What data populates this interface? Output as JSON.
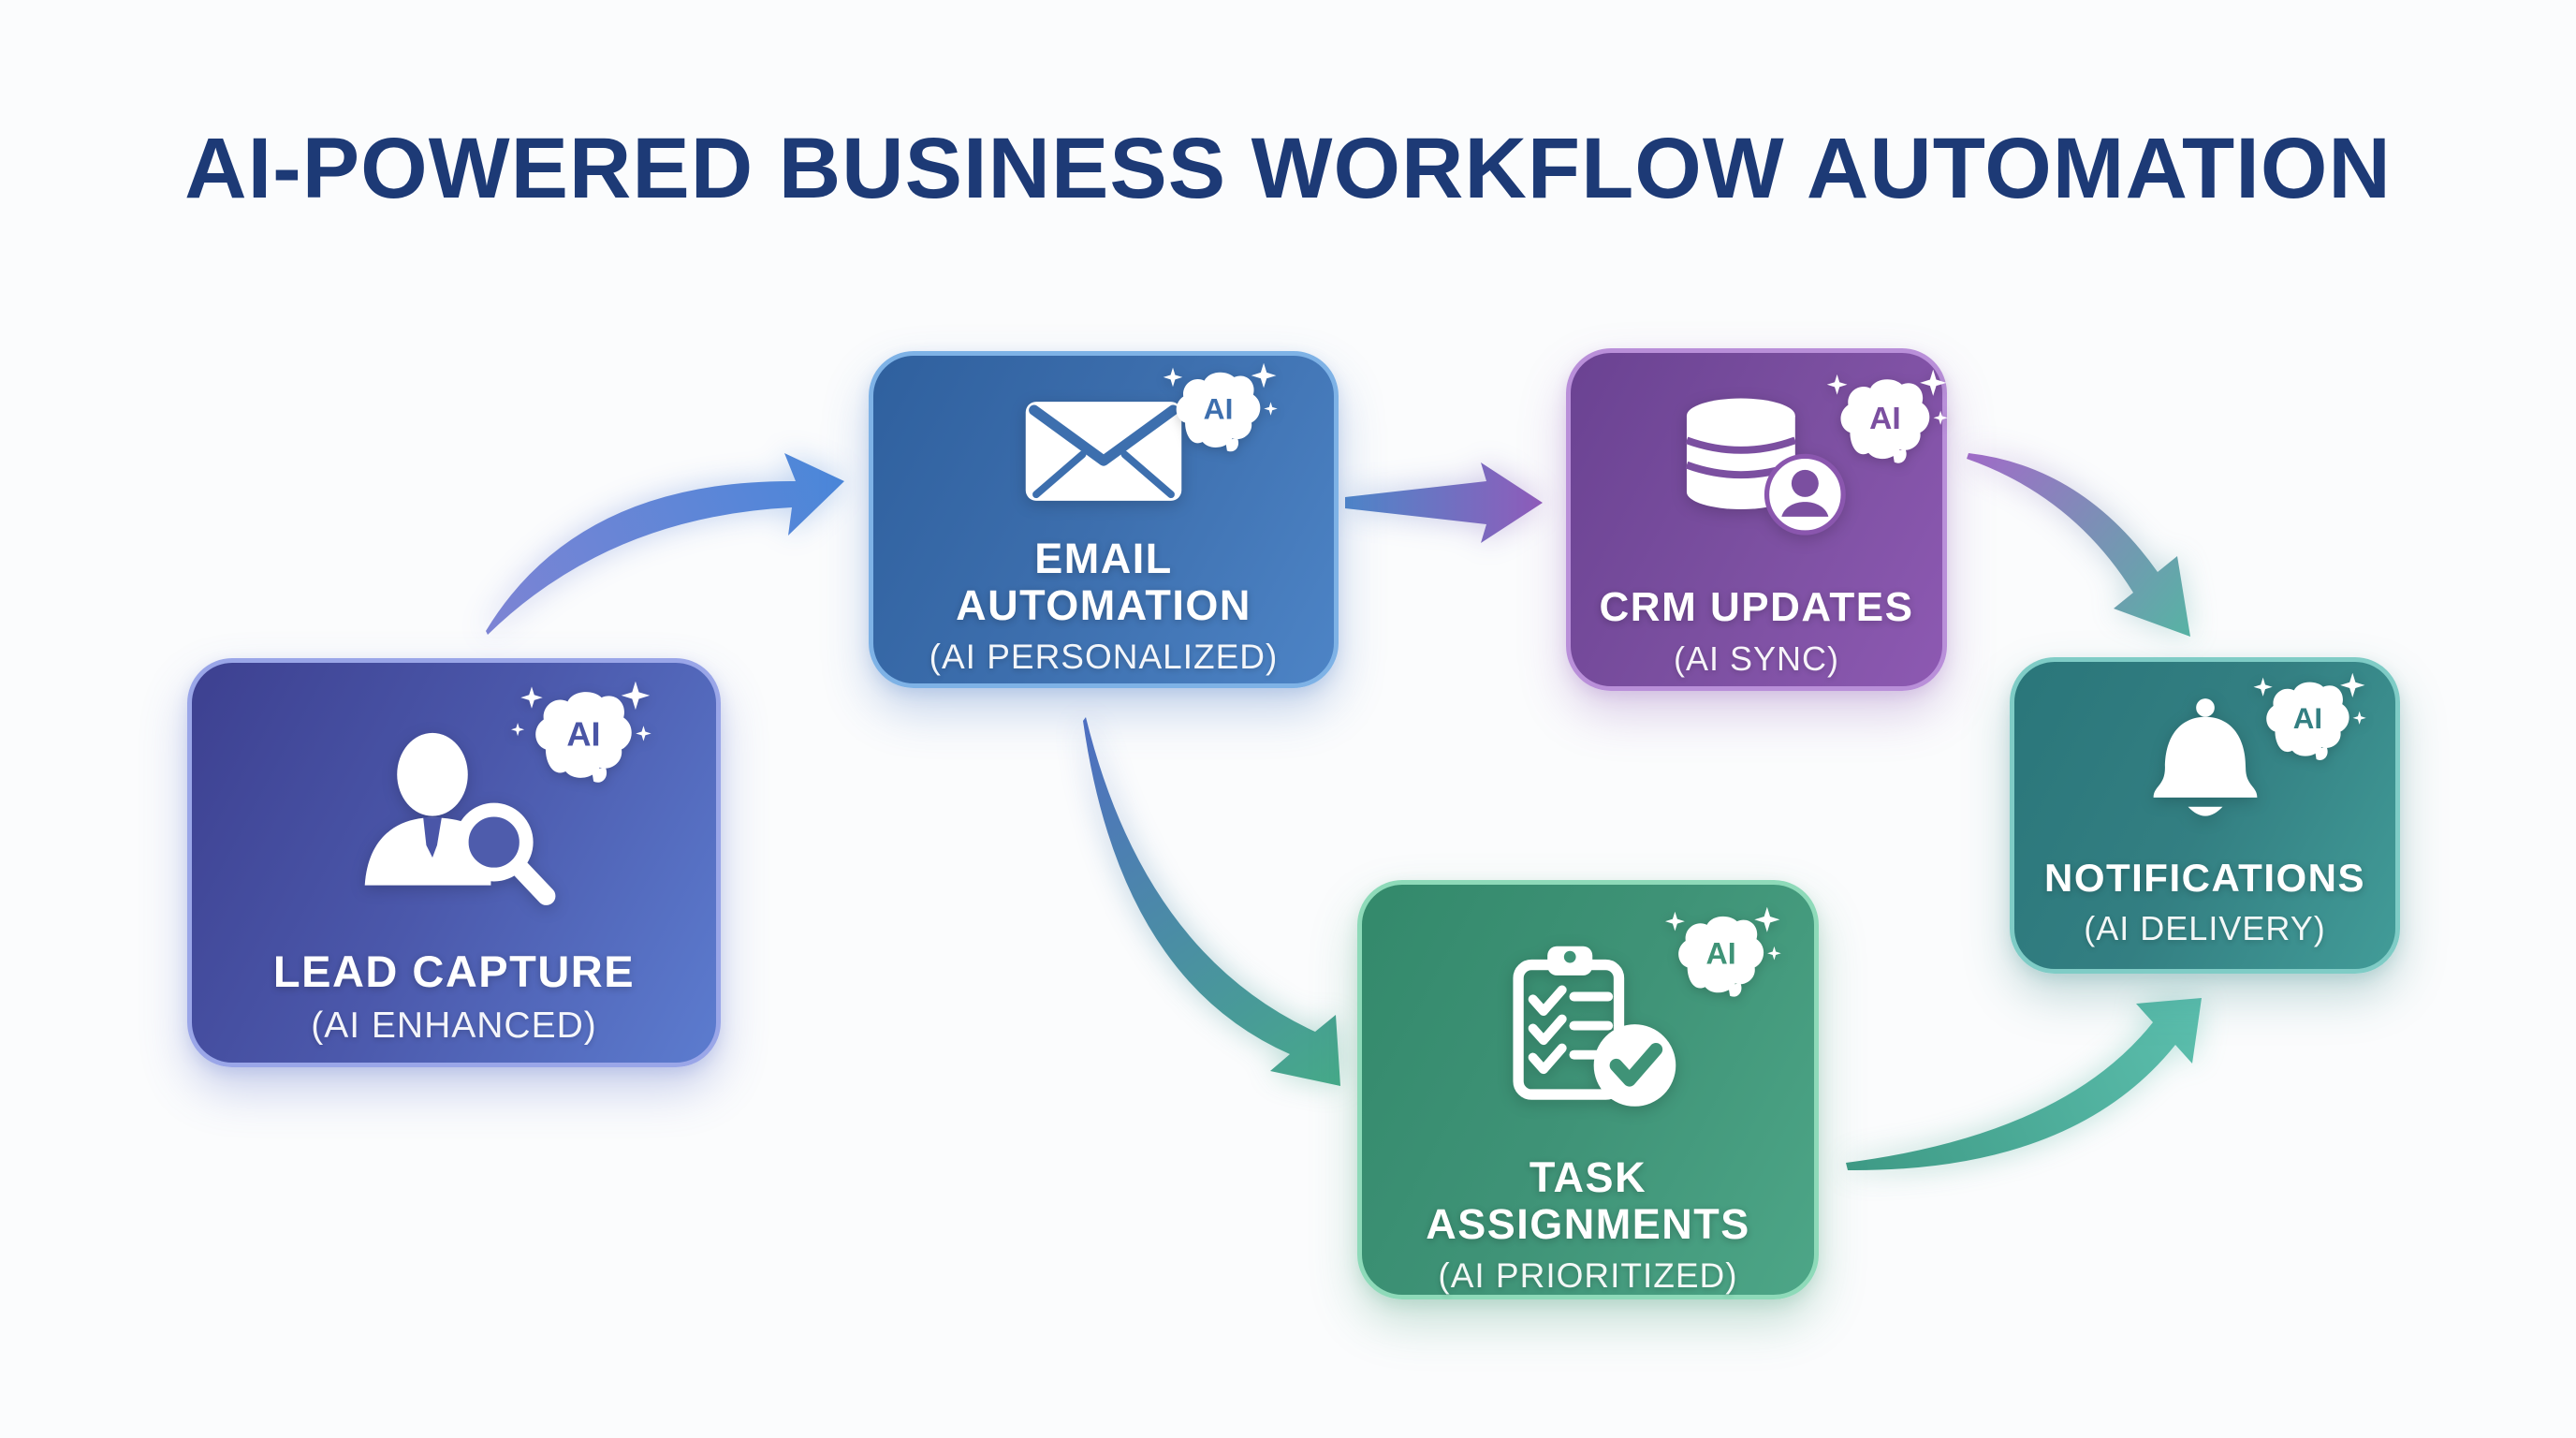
{
  "title": "AI-POWERED BUSINESS WORKFLOW AUTOMATION",
  "colors": {
    "title": "#1d3a76",
    "background": "#fbfcfd",
    "lead_box": "#4b58ab",
    "email_box": "#3d6fae",
    "crm_box": "#7b4fa0",
    "task_box": "#3f9377",
    "notifications_box": "#337f82"
  },
  "nodes": [
    {
      "id": "lead-capture",
      "label": "LEAD CAPTURE",
      "sublabel": "(AI ENHANCED)",
      "badge": "AI",
      "icon": "person-search-icon",
      "color": "#4a55a5"
    },
    {
      "id": "email-automation",
      "label": "EMAIL AUTOMATION",
      "sublabel": "(AI PERSONALIZED)",
      "badge": "AI",
      "icon": "envelope-icon",
      "color": "#3d6fae"
    },
    {
      "id": "crm-updates",
      "label": "CRM UPDATES",
      "sublabel": "(AI SYNC)",
      "badge": "AI",
      "icon": "database-user-icon",
      "color": "#7b4fa0"
    },
    {
      "id": "task-assignments",
      "label": "TASK ASSIGNMENTS",
      "sublabel": "(AI PRIORITIZED)",
      "badge": "AI",
      "icon": "clipboard-check-icon",
      "color": "#3f9377"
    },
    {
      "id": "notifications",
      "label": "NOTIFICATIONS",
      "sublabel": "(AI DELIVERY)",
      "badge": "AI",
      "icon": "bell-icon",
      "color": "#337f82"
    }
  ],
  "edges": [
    {
      "from": "lead-capture",
      "to": "email-automation",
      "color_start": "#7d84d4",
      "color_end": "#4b87d9"
    },
    {
      "from": "email-automation",
      "to": "crm-updates",
      "color_start": "#4f86c9",
      "color_end": "#8f5cba"
    },
    {
      "from": "crm-updates",
      "to": "notifications",
      "color_start": "#a06cc8",
      "color_end": "#57b3a4"
    },
    {
      "from": "email-automation",
      "to": "task-assignments",
      "color_start": "#4f6ec2",
      "color_end": "#46aa89"
    },
    {
      "from": "task-assignments",
      "to": "notifications",
      "color_start": "#3e9a85",
      "color_end": "#5cbfae"
    }
  ]
}
